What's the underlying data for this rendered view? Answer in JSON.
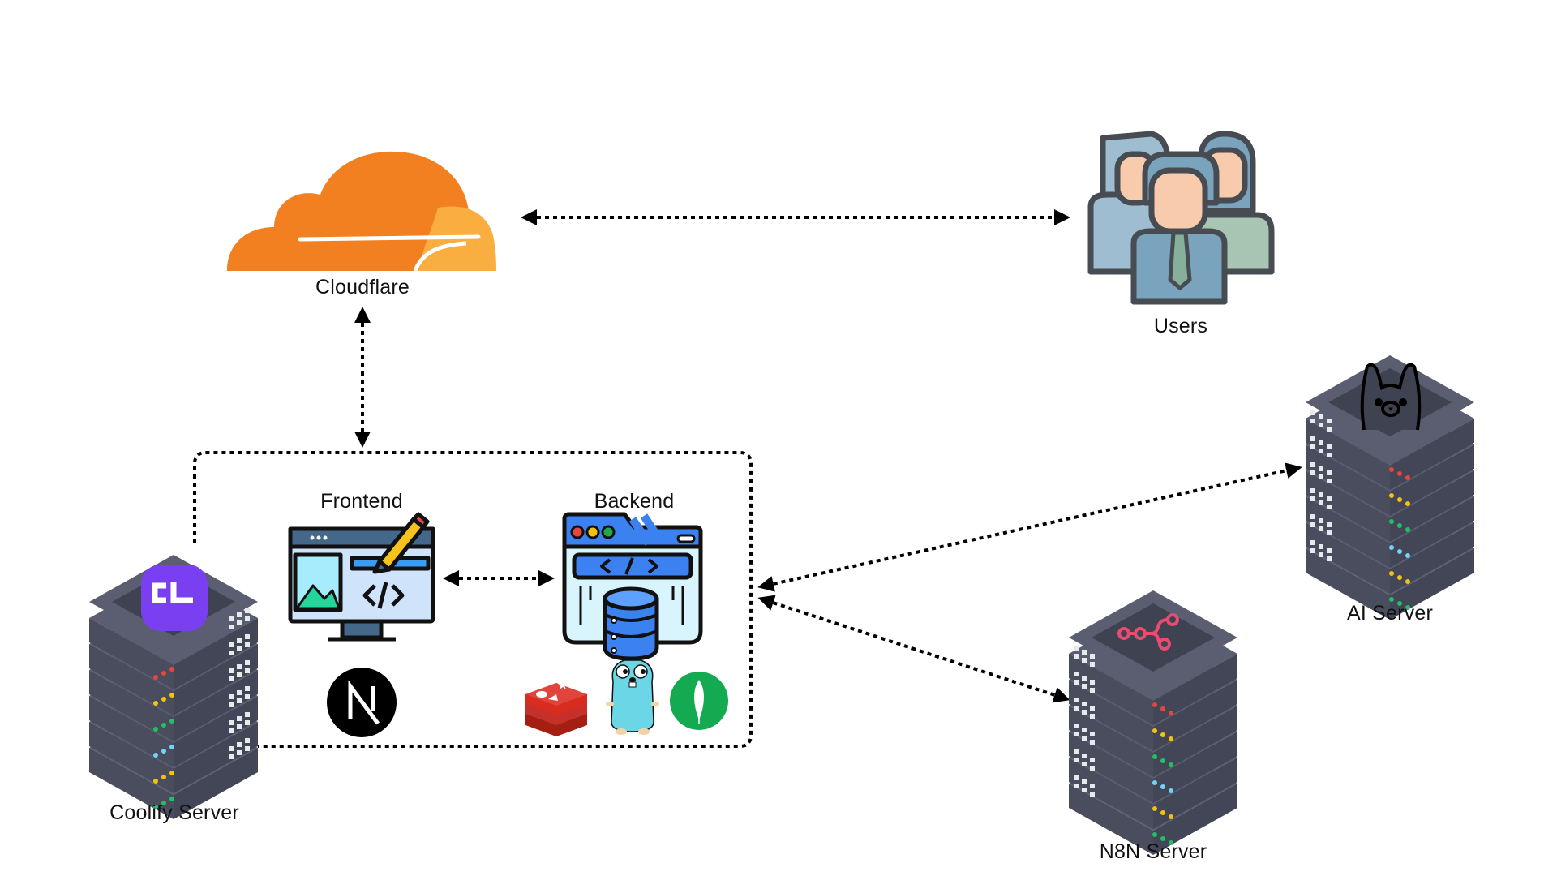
{
  "nodes": {
    "cloudflare": {
      "label": "Cloudflare",
      "icon": "cloudflare-cloud-icon",
      "colors": {
        "primary": "#F38020",
        "secondary": "#FAAE40"
      }
    },
    "users": {
      "label": "Users",
      "icon": "users-group-icon"
    },
    "coolify_server": {
      "label": "Coolify Server",
      "icon": "server-rack-icon",
      "badge_icon": "coolify-logo-icon",
      "badge_color": "#7B3FF2"
    },
    "frontend": {
      "label": "Frontend",
      "icon": "web-design-monitor-icon",
      "tech_icons": [
        "nextjs-logo-icon"
      ]
    },
    "backend": {
      "label": "Backend",
      "icon": "backend-database-window-icon",
      "tech_icons": [
        "redis-logo-icon",
        "go-gopher-icon",
        "mongodb-logo-icon"
      ]
    },
    "ai_server": {
      "label": "AI Server",
      "icon": "server-rack-icon",
      "badge_icon": "ollama-llama-icon"
    },
    "n8n_server": {
      "label": "N8N Server",
      "icon": "server-rack-icon",
      "badge_icon": "n8n-logo-icon",
      "badge_color": "#EA4B71"
    }
  },
  "connections": [
    {
      "from": "cloudflare",
      "to": "users",
      "style": "dotted",
      "direction": "bidirectional"
    },
    {
      "from": "cloudflare",
      "to": "coolify_group",
      "style": "dotted",
      "direction": "bidirectional"
    },
    {
      "from": "frontend",
      "to": "backend",
      "style": "dotted",
      "direction": "bidirectional"
    },
    {
      "from": "coolify_group",
      "to": "ai_server",
      "style": "dotted",
      "direction": "bidirectional"
    },
    {
      "from": "coolify_group",
      "to": "n8n_server",
      "style": "dotted",
      "direction": "bidirectional"
    }
  ],
  "groups": [
    {
      "id": "coolify_group",
      "members": [
        "frontend",
        "backend"
      ],
      "host": "coolify_server",
      "style": "dotted"
    }
  ]
}
